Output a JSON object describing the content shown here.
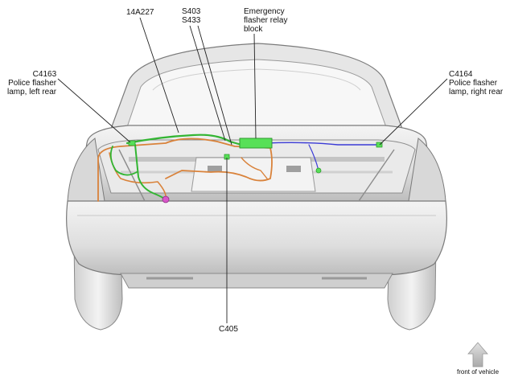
{
  "labels": {
    "harness": "14A227",
    "splice_1": "S403",
    "splice_2": "S433",
    "relay_block": "Emergency\nflasher relay\nblock",
    "left_lamp": "C4163\nPolice flasher\nlamp, left rear",
    "right_lamp": "C4164\nPolice flasher\nlamp, right rear",
    "connector": "C405",
    "orientation": "front of vehicle"
  },
  "colors": {
    "body_light": "#f2f2f2",
    "body_mid": "#d9d9d9",
    "body_dark": "#a8a8a8",
    "outline": "#7a7a7a",
    "wire_green": "#33b533",
    "wire_orange": "#d9823a",
    "wire_blue": "#3b3bd6",
    "relay_block": "#57e057",
    "connector_pink": "#d957c9",
    "arrow": "#c8c8c8"
  },
  "icons": {
    "orientation_arrow": "up-arrow-icon"
  }
}
